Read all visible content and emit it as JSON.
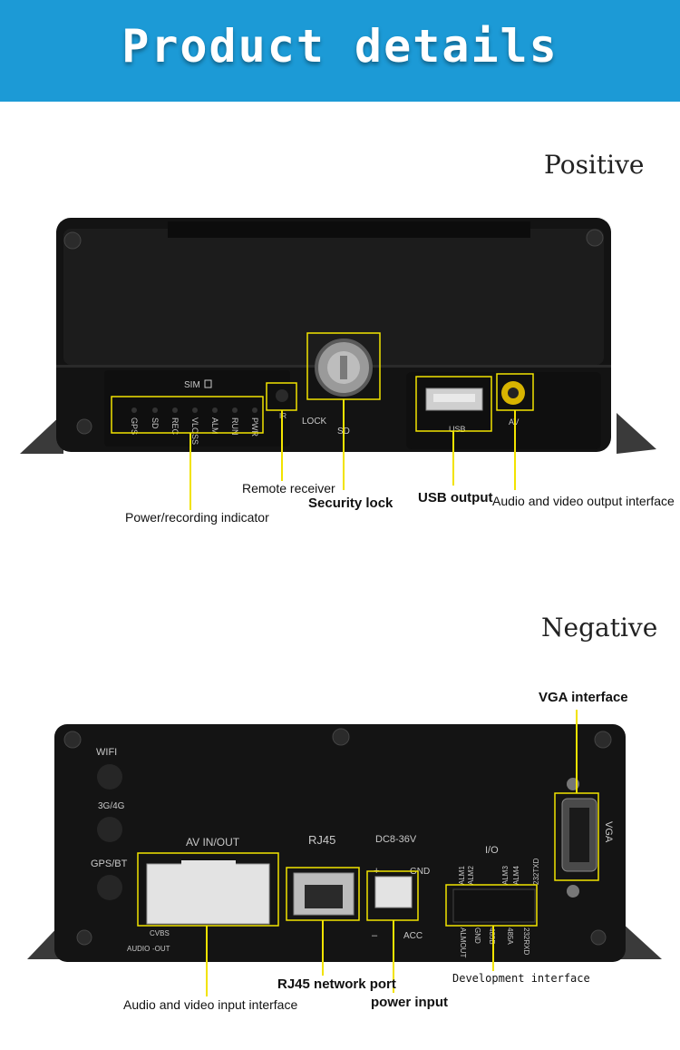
{
  "banner": {
    "title": "Product details",
    "color": "#1c9ad6"
  },
  "front": {
    "heading": "Positive",
    "device_text": {
      "sim": "SIM",
      "indicators": [
        "GPS",
        "SD",
        "REC",
        "VLOSS",
        "ALM",
        "RUN",
        "PWR"
      ],
      "remote": "IR",
      "lock": "LOCK",
      "sd": "SD",
      "usb": "USB",
      "av": "AV"
    },
    "callouts": {
      "remote_receiver": "Remote receiver",
      "security_lock": "Security lock",
      "usb_output": "USB output",
      "av_output": "Audio and video output interface",
      "power_indicator": "Power/recording indicator"
    }
  },
  "back": {
    "heading": "Negative",
    "device_text": {
      "wifi": "WIFI",
      "g34": "3G/4G",
      "gpsbt": "GPS/BT",
      "avinout": "AV IN/OUT",
      "cvbs": "CVBS",
      "audio": "AUDIO",
      "out": "-OUT",
      "rj45": "RJ45",
      "dc": "DC8-36V",
      "gnd": "GND",
      "acc": "ACC",
      "plus": "+",
      "minus": "–",
      "io": "I/O",
      "vga": "VGA",
      "io_top": [
        "ALM1",
        "ALM2",
        "ALM3",
        "ALM4",
        "232TXD"
      ],
      "io_bottom": [
        "ALMOUT",
        "GND",
        "485B",
        "485A",
        "232RXD"
      ]
    },
    "callouts": {
      "vga_interface": "VGA interface",
      "rj45_port": "RJ45 network port",
      "power_input": "power input",
      "dev_interface": "Development interface",
      "av_input": "Audio and video input interface"
    }
  },
  "colors": {
    "callout_line": "#f2e300",
    "device_body": "#141414"
  }
}
